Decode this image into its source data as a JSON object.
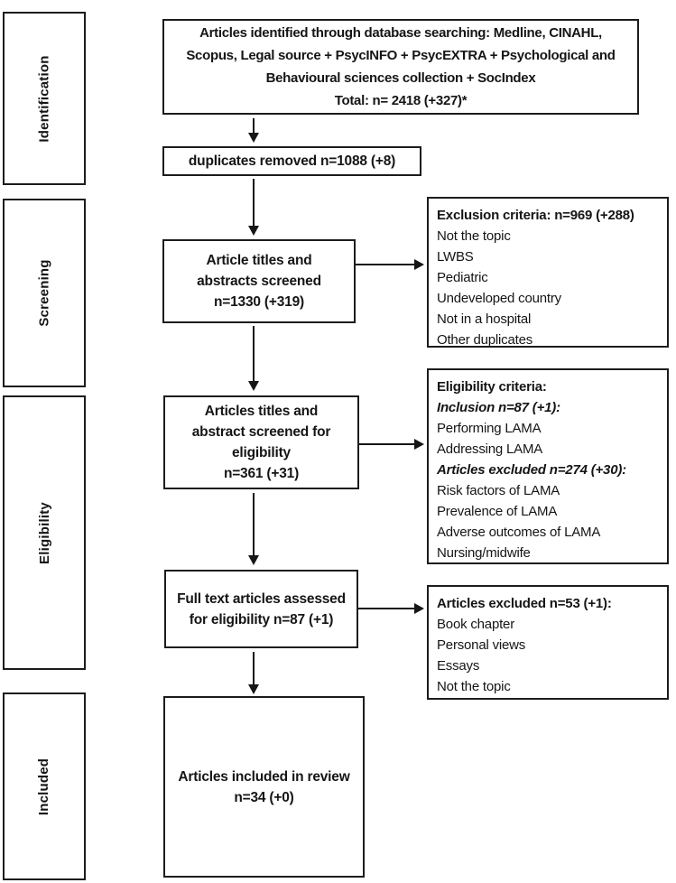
{
  "diagram_title": "PRISMA article selection flow diagram",
  "colors": {
    "border": "#1c1c1c",
    "text": "#151515",
    "background": "#ffffff",
    "arrow": "#161616"
  },
  "stages": {
    "identification": "Identification",
    "screening": "Screening",
    "eligibility": "Eligibility",
    "included": "Included"
  },
  "flow": {
    "identified": {
      "lines": [
        "Articles identified through database searching: Medline, CINAHL,",
        "Scopus, Legal source + PsycINFO + PsycEXTRA + Psychological and",
        "Behavioural sciences collection + SocIndex",
        "Total: n= 2418 (+327)*"
      ]
    },
    "duplicates_removed": {
      "text": "duplicates removed n=1088 (+8)"
    },
    "titles_abstracts_screened": {
      "lines": [
        "Article titles and",
        "abstracts screened",
        "n=1330 (+319)"
      ]
    },
    "screened_for_eligibility": {
      "lines": [
        "Articles titles and",
        "abstract screened for",
        "eligibility",
        "n=361 (+31)"
      ]
    },
    "full_text_assessed": {
      "lines": [
        "Full text articles assessed",
        "for eligibility n=87 (+1)"
      ]
    },
    "included_in_review": {
      "lines": [
        "Articles included in review",
        "n=34 (+0)"
      ]
    }
  },
  "notes": {
    "exclusion": {
      "header": "Exclusion criteria: n=969 (+288)",
      "items": [
        "Not the topic",
        "LWBS",
        "Pediatric",
        "Undeveloped country",
        "Not in a hospital",
        "Other duplicates"
      ]
    },
    "eligibility": {
      "header": "Eligibility criteria:",
      "inclusion_header": "Inclusion n=87 (+1):",
      "inclusion_items": [
        "Performing LAMA",
        "Addressing LAMA"
      ],
      "excluded_header": "Articles excluded n=274 (+30):",
      "excluded_items": [
        "Risk factors of LAMA",
        "Prevalence of LAMA",
        "Adverse outcomes of LAMA",
        "Nursing/midwife"
      ]
    },
    "full_text_excluded": {
      "header": "Articles excluded n=53 (+1):",
      "items": [
        "Book chapter",
        "Personal views",
        "Essays",
        "Not the topic"
      ]
    }
  }
}
